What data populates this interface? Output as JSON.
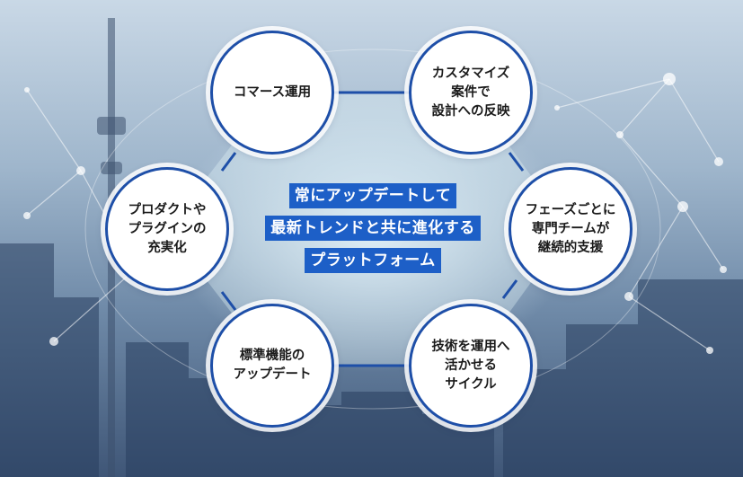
{
  "center": {
    "lines": [
      "常にアップデートして",
      "最新トレンドと共に進化する",
      "プラットフォーム"
    ]
  },
  "nodes": {
    "commerce": "コマース運用",
    "customize": "カスタマイズ\n案件で\n設計への反映",
    "phase": "フェーズごとに\n専門チームが\n継続的支援",
    "skills": "技術を運用へ\n活かせる\nサイクル",
    "standard": "標準機能の\nアップデート",
    "plugin": "プロダクトや\nプラグインの\n充実化"
  },
  "colors": {
    "accent": "#1d5fc7",
    "ring": "#1e4fa8"
  }
}
